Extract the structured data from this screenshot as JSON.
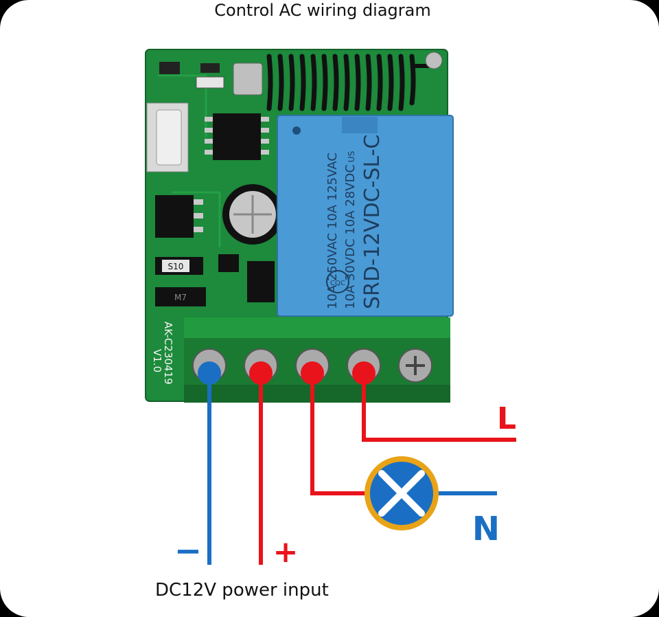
{
  "title": "Control AC wiring diagram",
  "power_label": "DC12V power input",
  "terminal_labels": {
    "minus": "−",
    "plus": "+",
    "line": "L",
    "neutral": "N"
  },
  "relay": {
    "certification": "CQC",
    "ul_mark": "US",
    "rating_1": "10A 250VAC  10A 125VAC",
    "rating_2": "10A 30VDC   10A 28VDC",
    "model": "SRD-12VDC-SL-C"
  },
  "board": {
    "model": "AK-C230419",
    "version": "V1.0",
    "component_code": "S10",
    "component_code_2": "M7"
  },
  "colors": {
    "pcb": "#1d8a3c",
    "terminal_block": "#1b7a32",
    "relay": "#4a9ad6",
    "wire_red": "#e8131b",
    "wire_blue": "#1a6fc4",
    "lamp_ring": "#e8a317",
    "lamp_fill": "#1a6fc4"
  },
  "icons": [
    "antenna-coil-icon",
    "lamp-icon",
    "screw-terminal-icon"
  ]
}
